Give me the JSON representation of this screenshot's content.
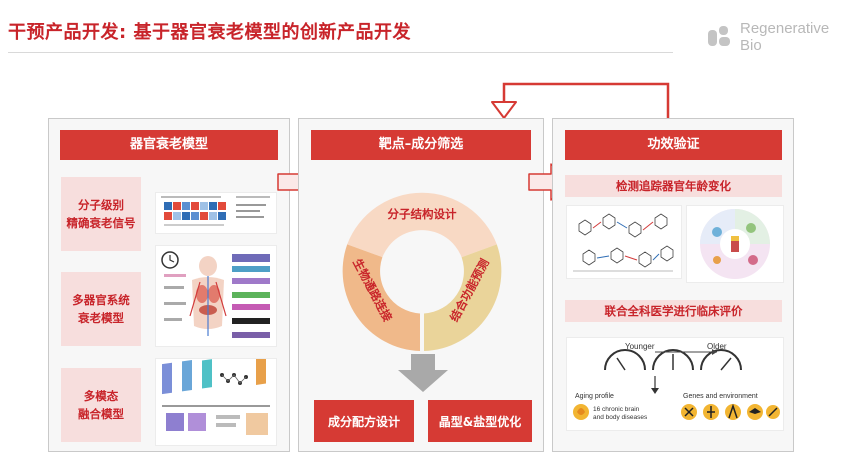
{
  "header": {
    "title": "干预产品开发: 基于器官衰老模型的创新产品开发",
    "brand_line1": "Regenerative",
    "brand_line2": "Bio"
  },
  "panel_left": {
    "heading": "器官衰老模型",
    "items": [
      {
        "label_line1": "分子级别",
        "label_line2": "精确衰老信号"
      },
      {
        "label_line1": "多器官系统",
        "label_line2": "衰老模型"
      },
      {
        "label_line1": "多模态",
        "label_line2": "融合模型"
      }
    ]
  },
  "panel_middle": {
    "heading": "靶点–成分筛选",
    "ring": {
      "top": "分子结构设计",
      "left": "生物通路连接",
      "right": "结合功能预测"
    },
    "buttons": [
      "成分配方设计",
      "晶型&盐型优化"
    ]
  },
  "panel_right": {
    "heading": "功效验证",
    "section1": "检测追踪器官年龄变化",
    "section2": "联合全科医学进行临床评价",
    "aging_figure": {
      "younger": "Younger",
      "older": "Older",
      "aging_profile": "Aging profile",
      "aging_detail_line1": "16 chronic brain",
      "aging_detail_line2": "and body diseases",
      "genes_env": "Genes and environment"
    }
  },
  "colors": {
    "accent_red": "#d63a34",
    "title_red": "#c8242a",
    "pink": "#f7dedd",
    "ring_top": "#f8d9c4",
    "ring_left": "#f0b98a",
    "ring_right": "#ead49a"
  }
}
